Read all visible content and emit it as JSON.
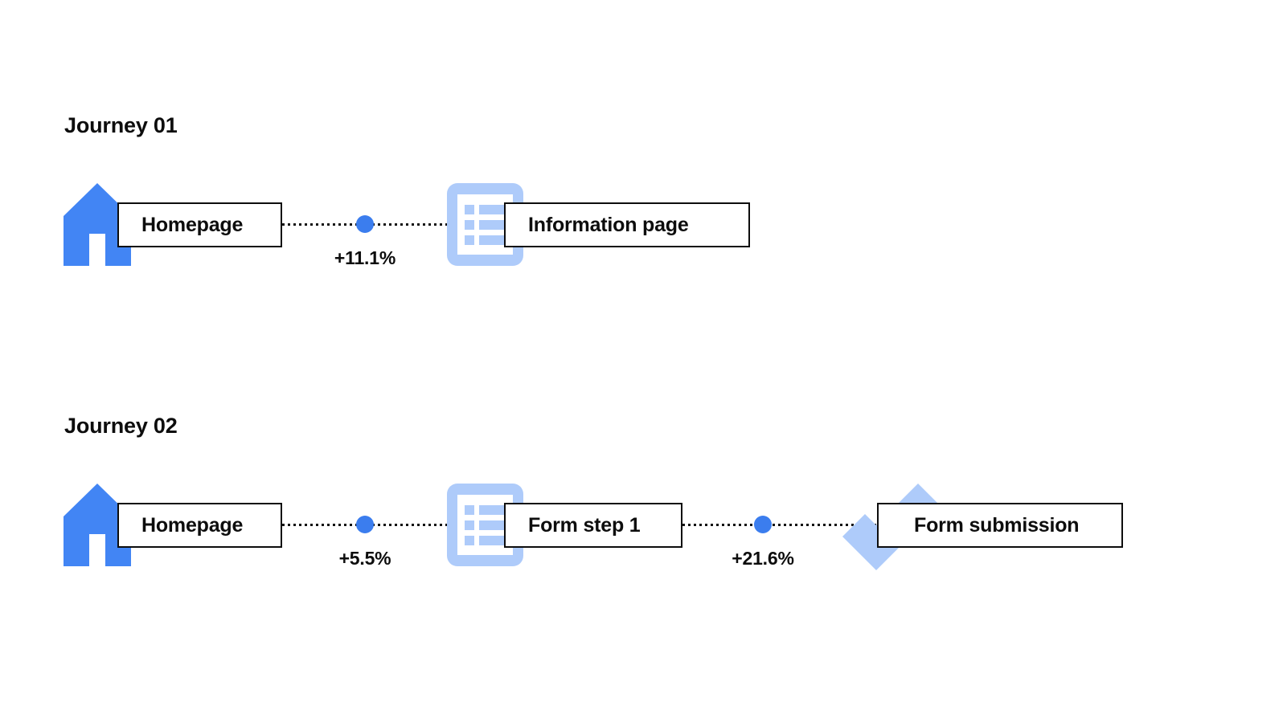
{
  "colors": {
    "accent_blue": "#4285F4",
    "light_blue": "#AECBFA",
    "text": "#0D0D0D",
    "background": "#FFFFFF",
    "border": "#0D0D0D"
  },
  "journeys": [
    {
      "title": "Journey 01",
      "nodes": [
        {
          "label": "Homepage",
          "icon": "home-icon"
        },
        {
          "label": "Information page",
          "icon": "document-list-icon"
        }
      ],
      "connectors": [
        {
          "value": "+11.1%",
          "dot": "progress-dot"
        }
      ]
    },
    {
      "title": "Journey 02",
      "nodes": [
        {
          "label": "Homepage",
          "icon": "home-icon"
        },
        {
          "label": "Form step 1",
          "icon": "document-list-icon"
        },
        {
          "label": "Form submission",
          "icon": "checkmark-icon"
        }
      ],
      "connectors": [
        {
          "value": "+5.5%",
          "dot": "progress-dot"
        },
        {
          "value": "+21.6%",
          "dot": "progress-dot"
        }
      ]
    }
  ]
}
